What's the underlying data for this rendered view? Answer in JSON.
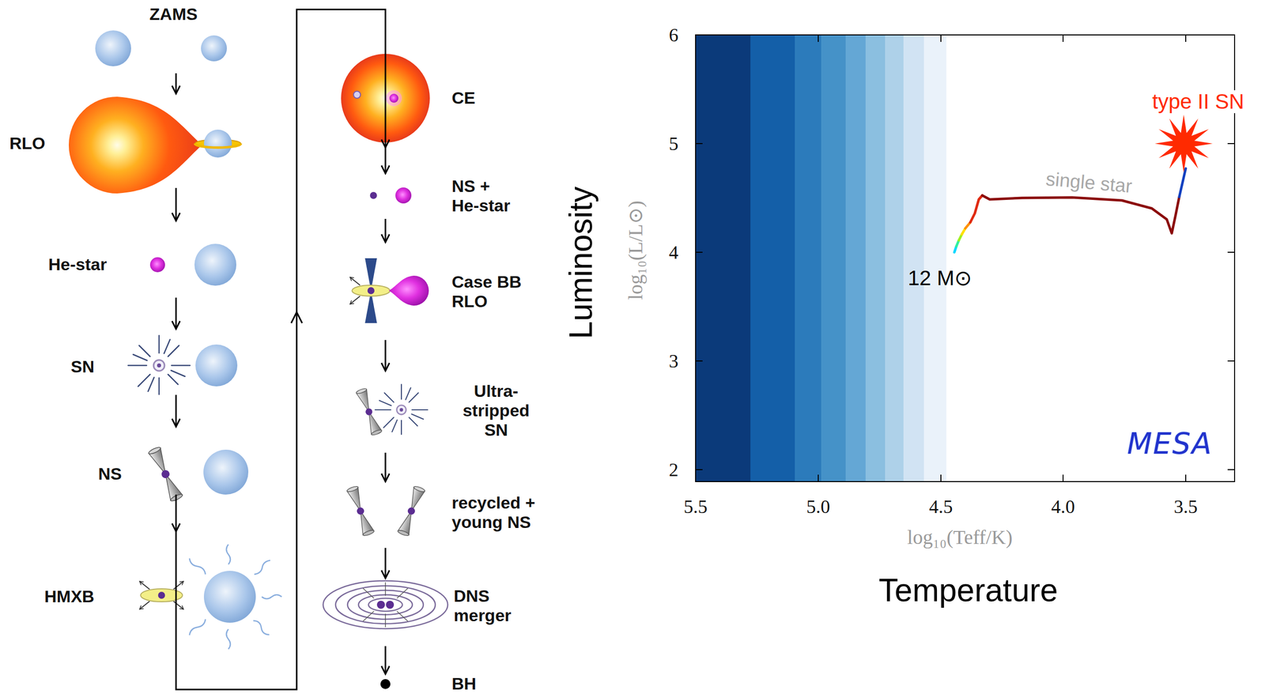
{
  "diagram": {
    "nodes": [
      {
        "text": [
          "ZAMS"
        ]
      },
      {
        "text": [
          "RLO"
        ]
      },
      {
        "text": [
          "He-star"
        ]
      },
      {
        "text": [
          "SN"
        ]
      },
      {
        "text": [
          "NS"
        ]
      },
      {
        "text": [
          "HMXB"
        ]
      },
      {
        "text": [
          "CE"
        ]
      },
      {
        "text": [
          "NS + He-star"
        ]
      },
      {
        "text": [
          "Case BB RLO"
        ]
      },
      {
        "text": [
          "Ultra- stripped SN"
        ]
      },
      {
        "text": [
          "recycled + young NS"
        ]
      },
      {
        "text": [
          "DNS merger"
        ]
      },
      {
        "text": [
          "BH"
        ]
      }
    ],
    "edges": [
      {
        "from": 0,
        "to": 1,
        "arrow": "to"
      },
      {
        "from": 1,
        "to": 2,
        "arrow": "to"
      },
      {
        "from": 2,
        "to": 3,
        "arrow": "to"
      },
      {
        "from": 3,
        "to": 4,
        "arrow": "to"
      },
      {
        "from": 4,
        "to": 5,
        "arrow": "to"
      },
      {
        "from": 5,
        "to": 6,
        "arrow": "to"
      },
      {
        "from": 6,
        "to": 7,
        "arrow": "to"
      },
      {
        "from": 7,
        "to": 8,
        "arrow": "to"
      },
      {
        "from": 8,
        "to": 9,
        "arrow": "to"
      },
      {
        "from": 9,
        "to": 10,
        "arrow": "to"
      },
      {
        "from": 10,
        "to": 11,
        "arrow": "to"
      },
      {
        "from": 11,
        "to": 12,
        "arrow": "to"
      }
    ],
    "labels": [
      "6",
      "5",
      "4",
      "3",
      "2",
      "5.5",
      "5.0",
      "4.5",
      "4.0",
      "3.5",
      "Luminosity",
      "log₁₀(L/L⊙)",
      "log₁₀(Teff/K)",
      "Temperature",
      "type II SN",
      "single star",
      "12 M⊙",
      "MESA"
    ]
  }
}
